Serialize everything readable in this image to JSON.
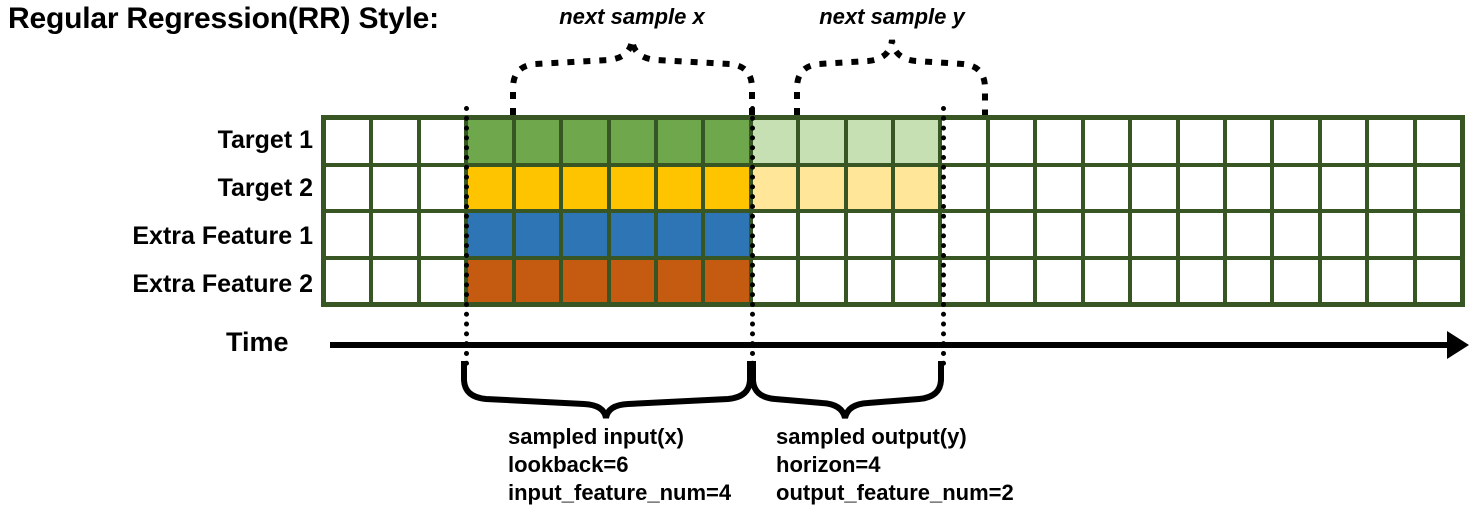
{
  "title": "Regular Regression(RR) Style:",
  "rows": [
    {
      "label": "Target 1",
      "color_key": "green"
    },
    {
      "label": "Target 2",
      "color_key": "yellow"
    },
    {
      "label": "Extra Feature 1",
      "color_key": "blue"
    },
    {
      "label": "Extra Feature 2",
      "color_key": "orange"
    }
  ],
  "grid": {
    "total_columns": 24,
    "leading_blank_columns": 3,
    "input_columns": 6,
    "output_columns": 4,
    "trailing_blank_columns": 11,
    "border_color": "#375623",
    "blank_color": "#FFFFFF",
    "fills": {
      "green": "#6FA84C",
      "yellow": "#FFC400",
      "blue": "#2E75B6",
      "orange": "#C55A11",
      "green_light": "#C6E0B4",
      "yellow_light": "#FFE699"
    },
    "row_fill_plan": [
      {
        "input": "green",
        "output": "green_light"
      },
      {
        "input": "yellow",
        "output": "yellow_light"
      },
      {
        "input": "blue",
        "output": null
      },
      {
        "input": "orange",
        "output": null
      }
    ]
  },
  "time_axis": {
    "label": "Time"
  },
  "top_braces": [
    {
      "caption": "next sample x"
    },
    {
      "caption": "next sample y"
    }
  ],
  "bottom_braces": [
    {
      "line1": "sampled input(x)",
      "line2": "lookback=6",
      "line3": "input_feature_num=4"
    },
    {
      "line1": "sampled output(y)",
      "line2": "horizon=4",
      "line3": "output_feature_num=2"
    }
  ]
}
